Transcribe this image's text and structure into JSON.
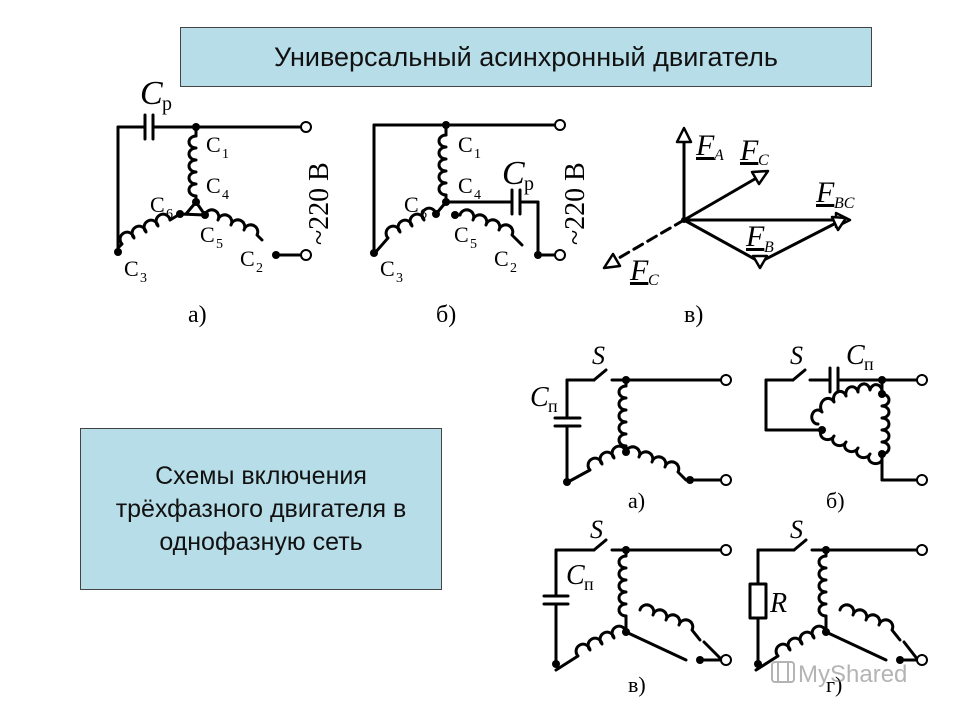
{
  "title": "Универсальный асинхронный двигатель",
  "subtitle": "Схемы включения трёхфазного двигателя в однофазную сеть",
  "top_diagrams": {
    "caption_a": "а)",
    "caption_b": "б)",
    "caption_v": "в)",
    "capacitor": "C",
    "capacitor_sub": "р",
    "voltage": "~220 В",
    "coil_c": "C",
    "sub1": "1",
    "sub2": "2",
    "sub3": "3",
    "sub4": "4",
    "sub5": "5",
    "sub6": "6",
    "vector_f": "F",
    "sub_a": "A",
    "sub_b": "B",
    "sub_c": "C",
    "sub_bc": "BC"
  },
  "bottom_diagrams": {
    "caption_a": "а)",
    "caption_b": "б)",
    "caption_v": "в)",
    "caption_g": "г)",
    "switch": "S",
    "capacitor": "C",
    "capacitor_sub": "п",
    "resistor": "R"
  },
  "watermark": "MyShared"
}
